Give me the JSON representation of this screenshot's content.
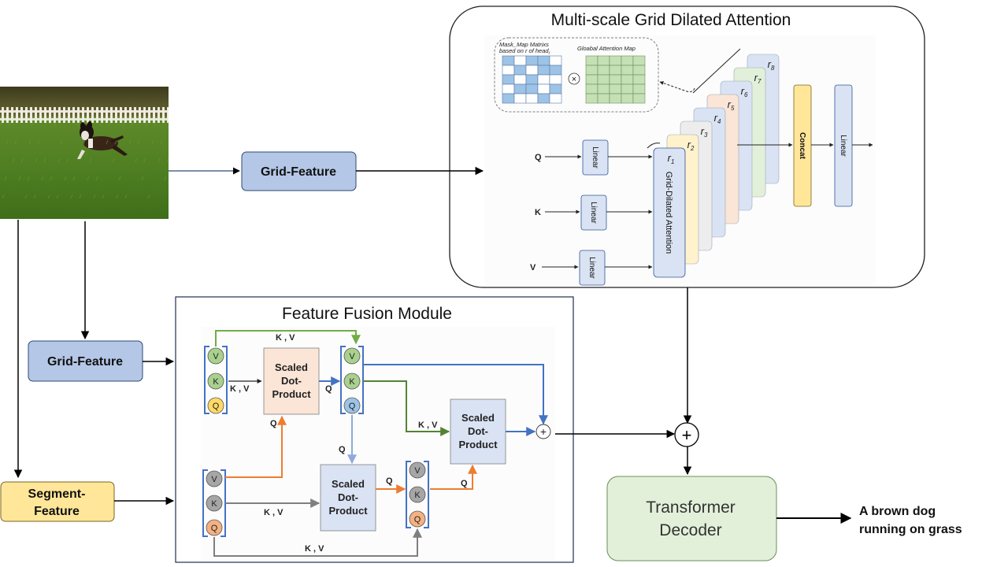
{
  "colors": {
    "grid_feature_fill": "#b4c7e7",
    "grid_feature_stroke": "#2f4a73",
    "segment_feature_fill": "#ffe699",
    "segment_feature_stroke": "#7a6420",
    "decoder_fill": "#e2f0d9",
    "decoder_stroke": "#6a8f5a",
    "sdp_peach": "#fbe5d6",
    "sdp_blue": "#dae3f3",
    "circle_green": "#a9d18e",
    "circle_yellow": "#ffd966",
    "circle_blue": "#9dc3e6",
    "circle_gray": "#a6a6a6",
    "circle_orange": "#f4b183",
    "arrow_green": "#70ad47",
    "arrow_blue": "#4472c4",
    "arrow_orange": "#ed7d31",
    "arrow_gray": "#7f7f7f"
  },
  "input_image": {
    "description_icon": "dog-photo"
  },
  "grid_feature_top": "Grid-Feature",
  "grid_feature_left": "Grid-Feature",
  "segment_feature": "Segment-\nFeature",
  "segment_feature_lines": [
    "Segment-",
    "Feature"
  ],
  "mga": {
    "title": "Multi-scale Grid Dilated Attention",
    "mask_caption_lines": [
      "Mask_Map Matrixs",
      "based on r of head"
    ],
    "mask_caption_subscript": "i",
    "global_map_caption": "Gloabal Attention Map",
    "multiply_symbol": "×",
    "inputs": [
      "Q",
      "K",
      "V"
    ],
    "linear": "Linear",
    "grid_dilated_attention": "Grid-Dilated Attention",
    "heads": [
      "r1",
      "r2",
      "r3",
      "r4",
      "r5",
      "r6",
      "r7",
      "r8"
    ],
    "head_letter": "r",
    "head_indices": [
      "1",
      "2",
      "3",
      "4",
      "5",
      "6",
      "7",
      "8"
    ],
    "concat": "Concat",
    "linear_out": "Linear"
  },
  "ffm": {
    "title": "Feature Fusion Module",
    "kv_label": "K , V",
    "q_label": "Q",
    "circle_letters": [
      "V",
      "K",
      "Q"
    ],
    "sdp_lines": [
      "Scaled",
      "Dot-",
      "Product"
    ],
    "plus": "+"
  },
  "decoder_lines": [
    "Transformer",
    "Decoder"
  ],
  "output_lines": [
    "A brown dog",
    "running on grass"
  ],
  "sum_symbol": "+"
}
